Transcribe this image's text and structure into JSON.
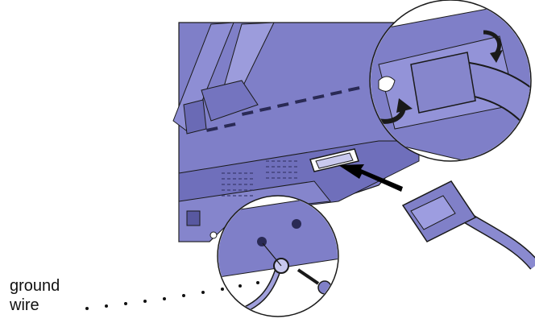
{
  "labels": {
    "ground_wire_line1": "ground",
    "ground_wire_line2": "wire"
  },
  "colors": {
    "printer_body": "#7f7fc8",
    "printer_dark": "#5c5ca6",
    "printer_light": "#a9a9e2",
    "outline": "#1a1a1a",
    "arrow": "#000000",
    "cable": "#8a8ad0",
    "background": "#ffffff"
  },
  "icons": {
    "insert_arrow": "right-pointing-black-arrow",
    "clip_rotate_arrow": "curved-arrow",
    "cable_connector": "parallel-port-connector"
  }
}
